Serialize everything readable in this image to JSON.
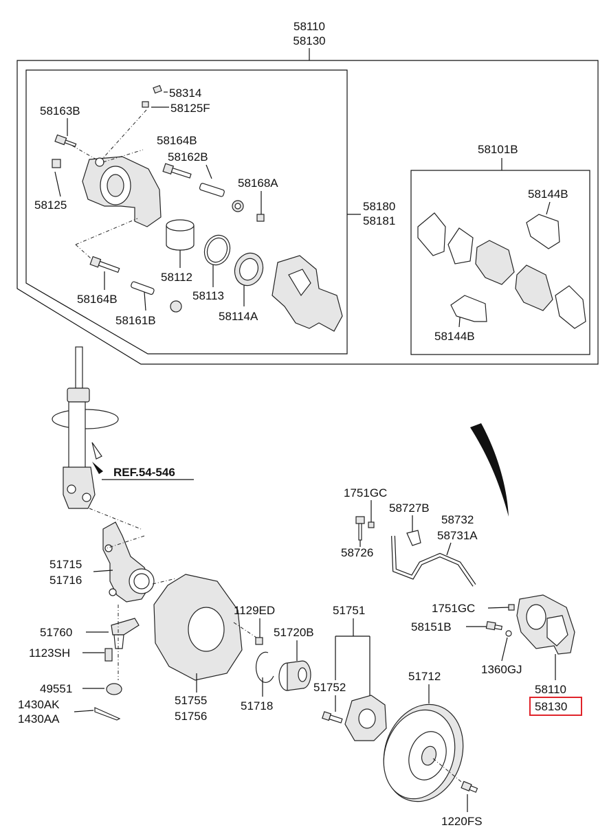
{
  "labels": {
    "assembly_top": [
      "58110",
      "58130"
    ],
    "l58314": "58314",
    "l58125F": "58125F",
    "l58163B": "58163B",
    "l58164B_top": "58164B",
    "l58162B": "58162B",
    "l58168A": "58168A",
    "l58125": "58125",
    "l58180": "58180",
    "l58181": "58181",
    "l58112": "58112",
    "l58113": "58113",
    "l58114A": "58114A",
    "l58164B_bot": "58164B",
    "l58161B": "58161B",
    "l58101B": "58101B",
    "l58144B_top": "58144B",
    "l58144B_bot": "58144B",
    "ref": "REF.54-546",
    "l1751GC_top": "1751GC",
    "l58727B": "58727B",
    "l58732": "58732",
    "l58731A": "58731A",
    "l58726": "58726",
    "l51715": "51715",
    "l51716": "51716",
    "l1751GC_bot": "1751GC",
    "l1129ED": "1129ED",
    "l51751": "51751",
    "l58151B": "58151B",
    "l51720B": "51720B",
    "l51760": "51760",
    "l1123SH": "1123SH",
    "l1360GJ": "1360GJ",
    "l49551": "49551",
    "l51752": "51752",
    "l51712": "51712",
    "l58110_bot": "58110",
    "l58130_bot": "58130",
    "l1430AK": "1430AK",
    "l1430AA": "1430AA",
    "l51755": "51755",
    "l51756": "51756",
    "l51718": "51718",
    "l1220FS": "1220FS"
  },
  "highlight": {
    "part": "58130",
    "color": "#e0232a"
  }
}
